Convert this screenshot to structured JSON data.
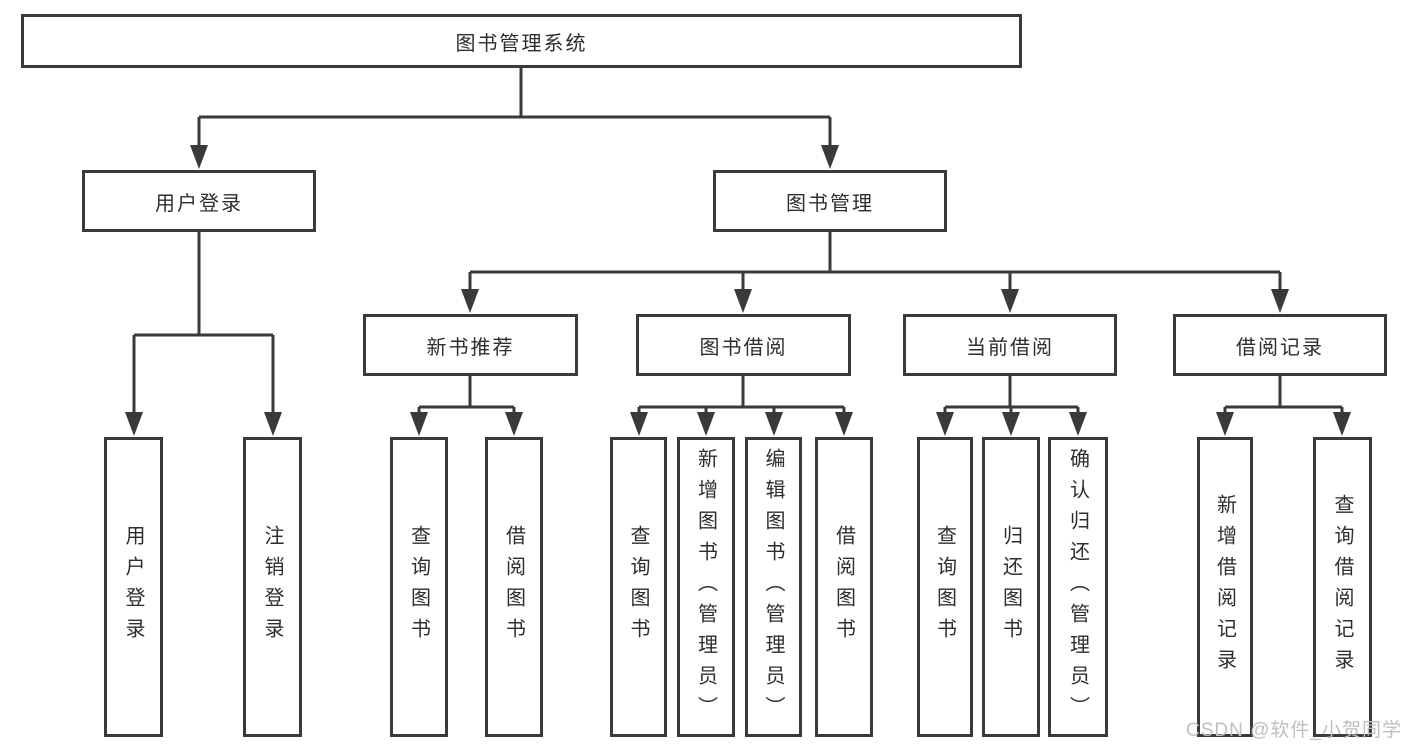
{
  "colors": {
    "line": "#3a3a3a",
    "text": "#2e2e2e",
    "watermark": "#bcc0c3",
    "bg": "#ffffff"
  },
  "watermark": "CSDN @软件_小贺同学",
  "tree": {
    "root": {
      "label": "图书管理系统",
      "children": [
        {
          "label": "用户登录",
          "children": [
            {
              "label": "用户登录"
            },
            {
              "label": "注销登录"
            }
          ]
        },
        {
          "label": "图书管理",
          "children": [
            {
              "label": "新书推荐",
              "children": [
                {
                  "label": "查询图书"
                },
                {
                  "label": "借阅图书"
                }
              ]
            },
            {
              "label": "图书借阅",
              "children": [
                {
                  "label": "查询图书"
                },
                {
                  "label": "新增图书（管理员）"
                },
                {
                  "label": "编辑图书（管理员）"
                },
                {
                  "label": "借阅图书"
                }
              ]
            },
            {
              "label": "当前借阅",
              "children": [
                {
                  "label": "查询图书"
                },
                {
                  "label": "归还图书"
                },
                {
                  "label": "确认归还（管理员）"
                }
              ]
            },
            {
              "label": "借阅记录",
              "children": [
                {
                  "label": "新增借阅记录"
                },
                {
                  "label": "查询借阅记录"
                }
              ]
            }
          ]
        }
      ]
    }
  }
}
